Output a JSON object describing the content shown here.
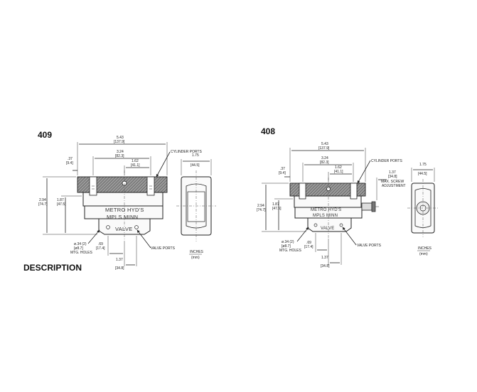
{
  "left": {
    "model": "409",
    "section": "DESCRIPTION",
    "dims": {
      "overall": "5.43",
      "overall_mm": "[137.9]",
      "d324": "3.24",
      "d324_mm": "[82.3]",
      "d162": "1.62",
      "d162_mm": "[41.1]",
      "d37": ".37",
      "d37_mm": "[9.4]",
      "d294": "2.94",
      "d294_mm": "[74.7]",
      "d187": "1.87",
      "d187_mm": "[47.5]",
      "hole": "ø.34 (2)",
      "hole_mm": "[ø8.7]",
      "hole_lbl": "MTG. HOLES",
      "d69": ".69",
      "d69_mm": "[17.4]",
      "d137": "1.37",
      "d137_mm": "[34.8]",
      "d175": "1.75",
      "d175_mm": "[44.5]"
    },
    "labels": {
      "cyl": "CYLINDER PORTS",
      "valve": "VALVE PORTS",
      "units": "INCHES",
      "units_mm": "(mm)"
    },
    "stamp": {
      "l1": "METRO HYD'S",
      "l2": "MPLS MINN",
      "l3": "VALVE"
    }
  },
  "right": {
    "model": "408",
    "dims": {
      "overall": "5.43",
      "overall_mm": "[137.9]",
      "d324": "3.24",
      "d324_mm": "[82.3]",
      "d162": "1.62",
      "d162_mm": "[41.1]",
      "d37": ".37",
      "d37_mm": "[9.4]",
      "d294": "2.94",
      "d294_mm": "[74.7]",
      "d187": "1.87",
      "d187_mm": "[47.5]",
      "d137t": "1.37",
      "d137t_mm": "[34.8]",
      "hole": "ø.34 (2)",
      "hole_mm": "[ø8.7]",
      "hole_lbl": "MTG. HOLES",
      "d69": ".69",
      "d69_mm": "[17.4]",
      "d137": "1.37",
      "d137_mm": "[34.8]",
      "d175": "1.75",
      "d175_mm": "[44.5]"
    },
    "labels": {
      "cyl": "CYLINDER PORTS",
      "screw1": "MAX. SCREW",
      "screw2": "ADJUSTMENT",
      "valve": "VALVE PORTS",
      "units": "INCHES",
      "units_mm": "(mm)"
    },
    "stamp": {
      "l1": "METRO HYD'S",
      "l2": "MPLS MINN",
      "l3": "VALVE"
    }
  }
}
